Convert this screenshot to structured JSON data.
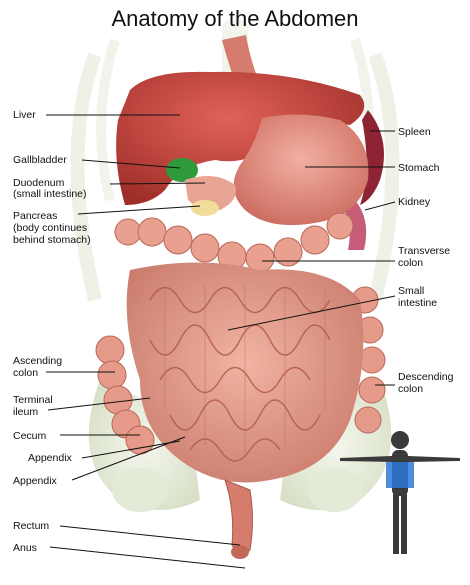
{
  "title": "Anatomy of the Abdomen",
  "labels": {
    "liver": "Liver",
    "gallbladder": "Gallbladder",
    "duodenum_1": "Duodenum",
    "duodenum_2": "(small intestine)",
    "pancreas_1": "Pancreas",
    "pancreas_2": "(body continues",
    "pancreas_3": "behind stomach)",
    "ascending_1": "Ascending",
    "ascending_2": "colon",
    "terminal_1": "Terminal",
    "terminal_2": "ileum",
    "cecum": "Cecum",
    "appendix_a": "Appendix",
    "appendix_b": "Appendix",
    "rectum": "Rectum",
    "anus": "Anus",
    "spleen": "Spleen",
    "stomach": "Stomach",
    "kidney": "Kidney",
    "transverse_1": "Transverse",
    "transverse_2": "colon",
    "small_1": "Small",
    "small_2": "intestine",
    "descending_1": "Descending",
    "descending_2": "colon"
  },
  "colors": {
    "liver": "#c8453c",
    "stomach": "#e48f80",
    "intestine": "#eaa08e",
    "colon": "#e08a7a",
    "gallbladder": "#2f9a3a",
    "pelvis": "#d9e3c8",
    "spine": "#d5dcc4"
  },
  "icon": "human-body-figure-icon"
}
